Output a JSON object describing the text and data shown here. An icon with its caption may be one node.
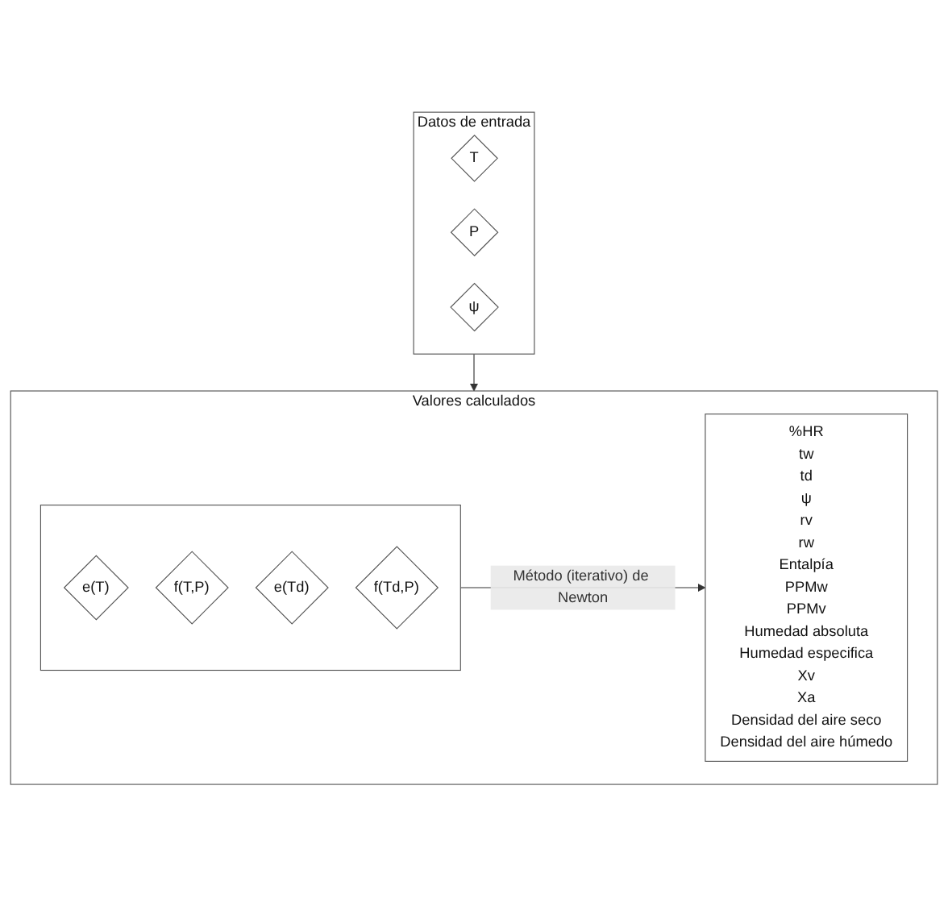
{
  "diagram": {
    "nodes": [
      {
        "text": [
          "Datos de entrada"
        ]
      },
      {
        "text": [
          "T"
        ],
        "in": 0
      },
      {
        "text": [
          "P"
        ],
        "in": 0
      },
      {
        "text": [
          "ψ"
        ],
        "in": 0
      },
      {
        "text": [
          "Valores calculados"
        ]
      },
      {
        "text": [],
        "shape": "box",
        "in": 4
      },
      {
        "text": [
          "e(T)"
        ],
        "in": 5
      },
      {
        "text": [
          "f(T,P)"
        ],
        "in": 5
      },
      {
        "text": [
          "e(Td)"
        ],
        "in": 5
      },
      {
        "text": [
          "f(Td,P)"
        ],
        "in": 5
      },
      {
        "text": [
          "%HR",
          "tw",
          "td",
          "ψ",
          "rv",
          "rw",
          "Entalpía",
          "PPMw",
          "PPMv",
          "Humedad absoluta",
          "Humedad especifica",
          "Xv",
          "Xa",
          "Densidad del aire seco",
          "Densidad del aire húmedo"
        ],
        "in": 4
      }
    ],
    "edges": [
      {
        "from": 0,
        "to": 4,
        "arrow": "to"
      },
      {
        "from": 5,
        "to": 10,
        "arrow": "to",
        "label": "Método (iterativo) de Newton"
      }
    ]
  }
}
